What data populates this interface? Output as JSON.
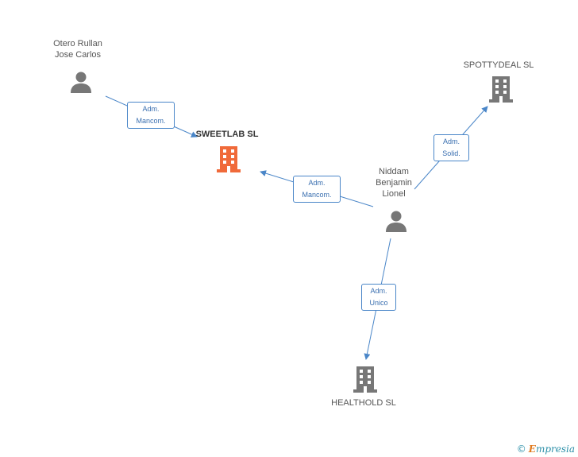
{
  "nodes": {
    "otero": {
      "name_line1": "Otero Rullan",
      "name_line2": "Jose Carlos",
      "icon": "person-icon"
    },
    "sweetlab": {
      "name": "SWEETLAB SL",
      "icon": "building-icon",
      "color": "#f06a3a"
    },
    "spottydeal": {
      "name": "SPOTTYDEAL SL",
      "icon": "building-icon",
      "color": "#777777"
    },
    "niddam": {
      "name_line1": "Niddam",
      "name_line2": "Benjamin",
      "name_line3": "Lionel",
      "icon": "person-icon"
    },
    "healthold": {
      "name": "HEALTHOLD SL",
      "icon": "building-icon",
      "color": "#777777"
    }
  },
  "edges": {
    "otero_sweetlab": {
      "line1": "Adm.",
      "line2": "Mancom."
    },
    "niddam_sweetlab": {
      "line1": "Adm.",
      "line2": "Mancom."
    },
    "niddam_spottydeal": {
      "line1": "Adm.",
      "line2": "Solid."
    },
    "niddam_healthold": {
      "line1": "Adm.",
      "line2": "Unico"
    }
  },
  "colors": {
    "edge": "#4a86c8",
    "person": "#777777"
  },
  "footer": {
    "copyright_symbol": "©",
    "brand_initial": "E",
    "brand_rest": "mpresia"
  }
}
